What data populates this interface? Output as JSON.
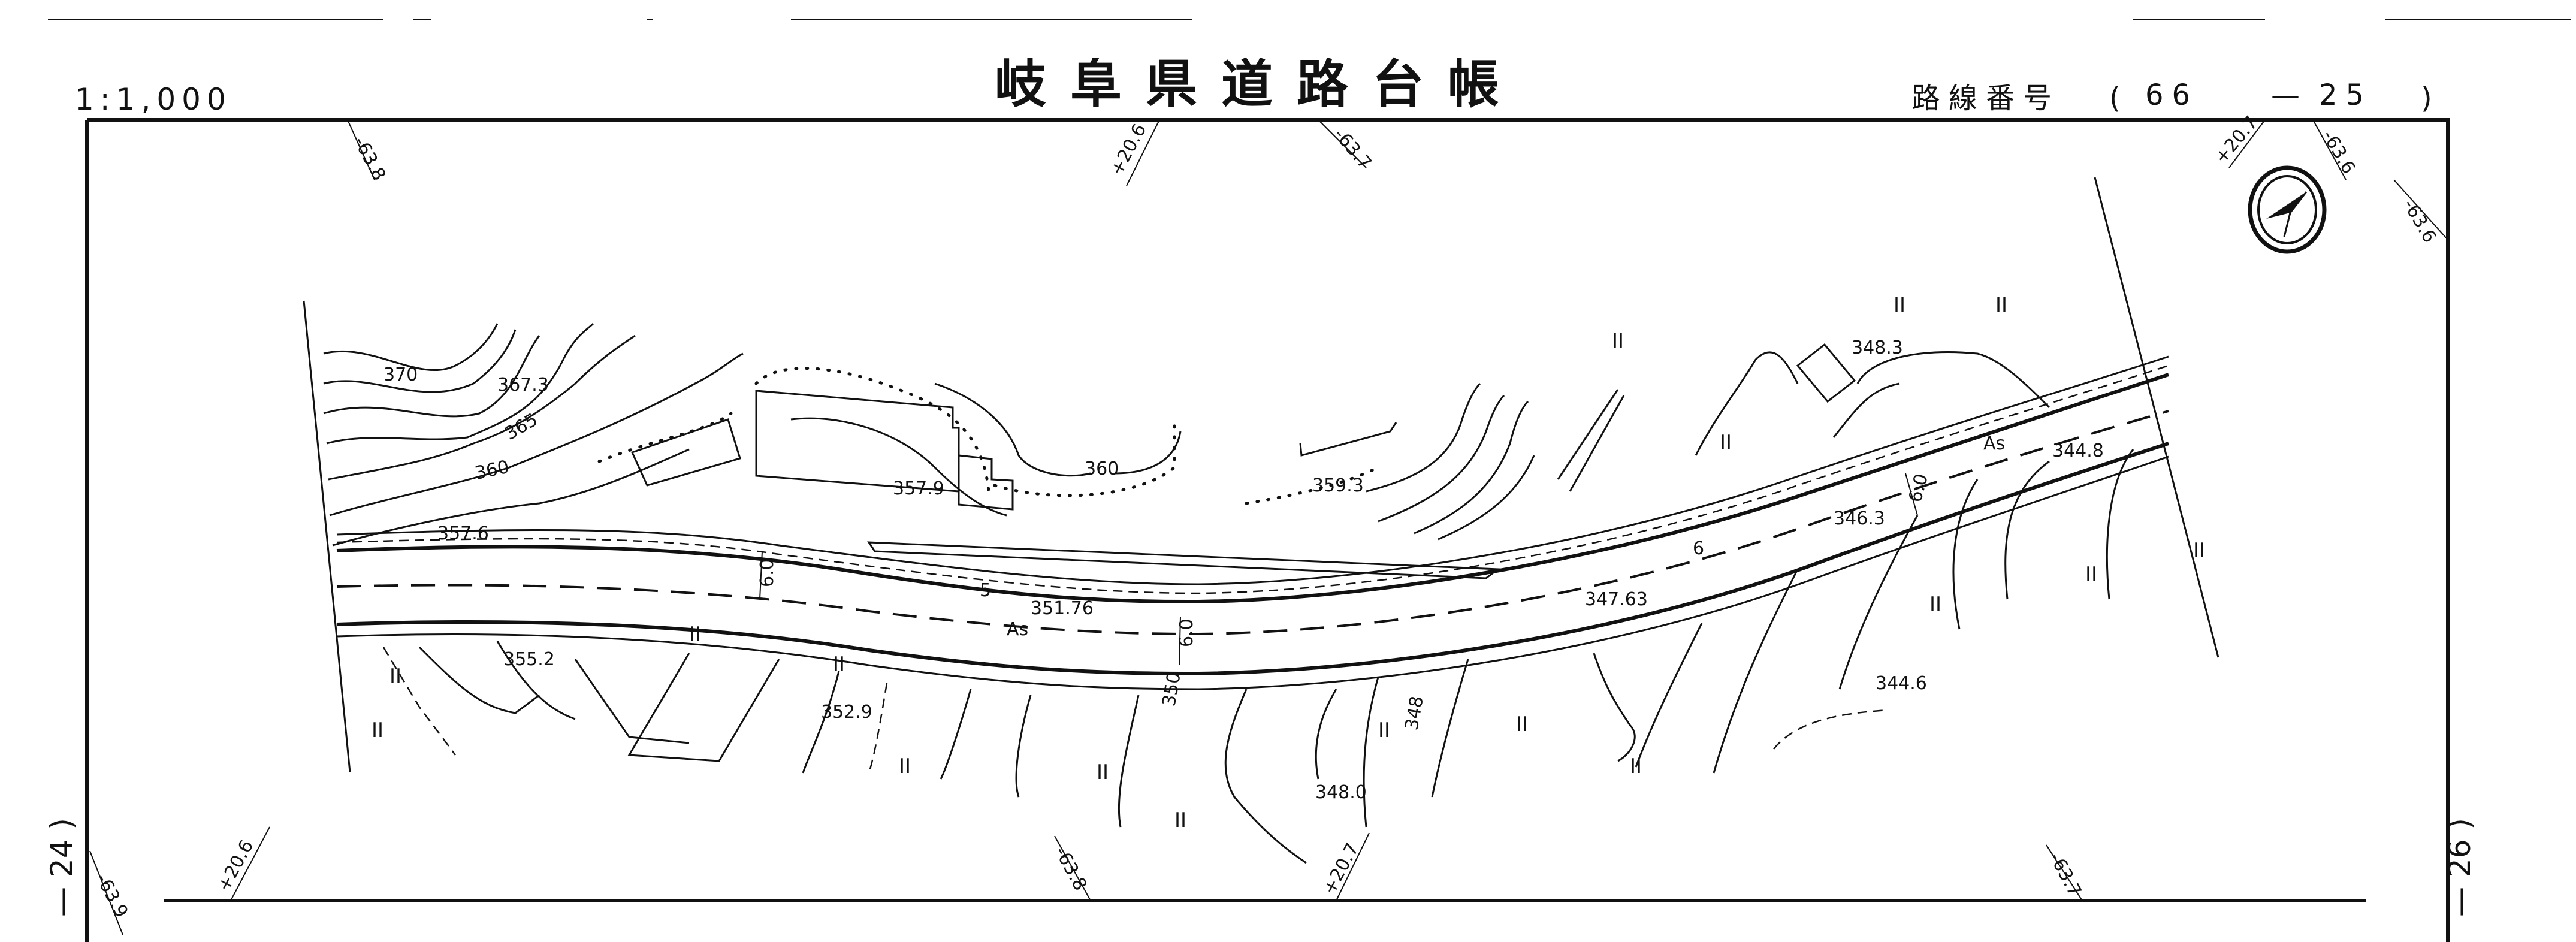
{
  "header": {
    "scale": "1:1,000",
    "title": "岐阜県道路台帳",
    "route_label": "路線番号",
    "route_open": "(",
    "route_major": "66",
    "route_sep": "—",
    "route_minor": "25",
    "route_close": ")"
  },
  "sheets": {
    "left": "— 24 )",
    "right": "— 26 )"
  },
  "station_labels": {
    "top": [
      "-63.8",
      "+20.6",
      "-63.7",
      "+20.7",
      "-63.6",
      "-63.6"
    ],
    "bottom": [
      "-63.9",
      "+20.6",
      "-63.8",
      "+20.7",
      "-63.7"
    ]
  },
  "elevations": [
    "370",
    "367.3",
    "365",
    "360",
    "357.6",
    "357.9",
    "360",
    "359.3",
    "351.76",
    "355.2",
    "352.9",
    "347.63",
    "346.3",
    "344.8",
    "348.3",
    "344.6",
    "348.0",
    "350",
    "348"
  ],
  "road": {
    "surface_labels": [
      "As",
      "As"
    ],
    "width_labels": [
      "6.0",
      "6.0",
      "6.0",
      "5",
      "6"
    ]
  },
  "symbols": {
    "field": "II",
    "compass": "north-arrow"
  }
}
